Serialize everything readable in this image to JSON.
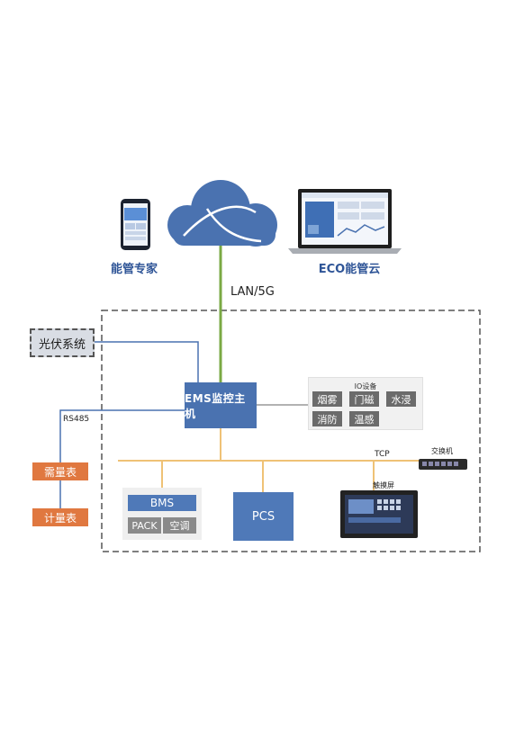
{
  "clients": {
    "phone_label": "能管专家",
    "laptop_label": "ECO能管云"
  },
  "network": {
    "lan_label": "LAN/5G",
    "tcp_label": "TCP",
    "rs485_label": "RS485"
  },
  "pv": {
    "label": "光伏系统"
  },
  "ems": {
    "label": "EMS监控主机"
  },
  "io": {
    "title": "IO设备",
    "items": [
      "烟雾",
      "门磁",
      "水浸",
      "消防",
      "温感"
    ]
  },
  "switch": {
    "label": "交换机"
  },
  "touchscreen": {
    "label": "触摸屏"
  },
  "meters": {
    "demand": "需量表",
    "energy": "计量表"
  },
  "bms": {
    "label": "BMS",
    "pack": "PACK",
    "hvac": "空调"
  },
  "pcs": {
    "label": "PCS"
  },
  "colors": {
    "blue": "#4a72b0",
    "green_link": "#7aa944",
    "orange": "#e07840",
    "tcp_bus": "#efc276",
    "grey": "#6b6b6b"
  }
}
